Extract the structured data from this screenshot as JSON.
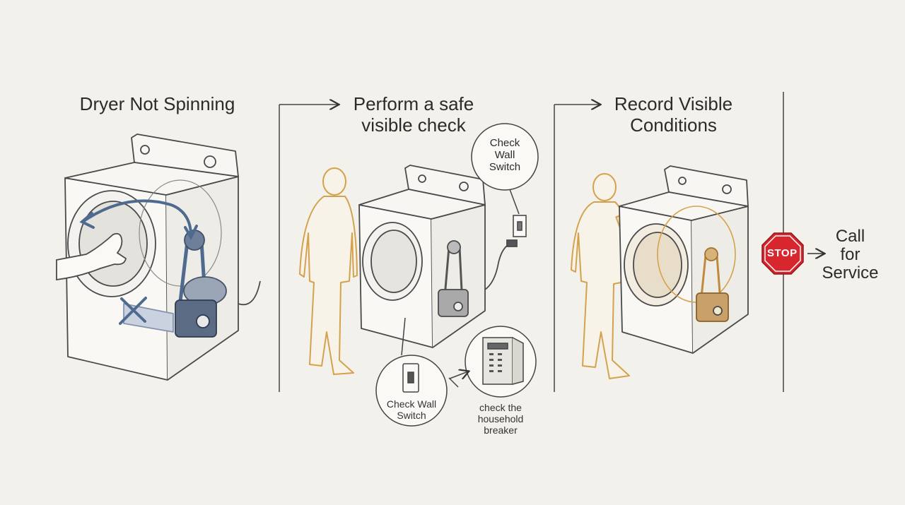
{
  "titles": {
    "step1": "Dryer Not Spinning",
    "step2_line1": "Perform a safe",
    "step2_line2": "visible check",
    "step3_line1": "Record Visible",
    "step3_line2": "Conditions"
  },
  "callouts": {
    "wall_switch_top": [
      "Check",
      "Wall",
      "Switch"
    ],
    "wall_switch_bottom": [
      "Check Wall",
      "Switch"
    ],
    "breaker": [
      "check the",
      "household",
      "breaker"
    ]
  },
  "end": {
    "stop_sign": "STOP",
    "label": [
      "Call",
      "for",
      "Service"
    ]
  },
  "colors": {
    "background": "#f3f1ec",
    "line": "#4a4a4a",
    "accent_blue": "#4f6a8f",
    "person": "#d4a24c",
    "stop_red": "#d8262e"
  },
  "icons": [
    "x-mark-icon",
    "rotation-arrow-icon",
    "stop-sign-icon",
    "arrow-right-icon",
    "light-switch-icon",
    "breaker-panel-icon",
    "plug-icon"
  ]
}
